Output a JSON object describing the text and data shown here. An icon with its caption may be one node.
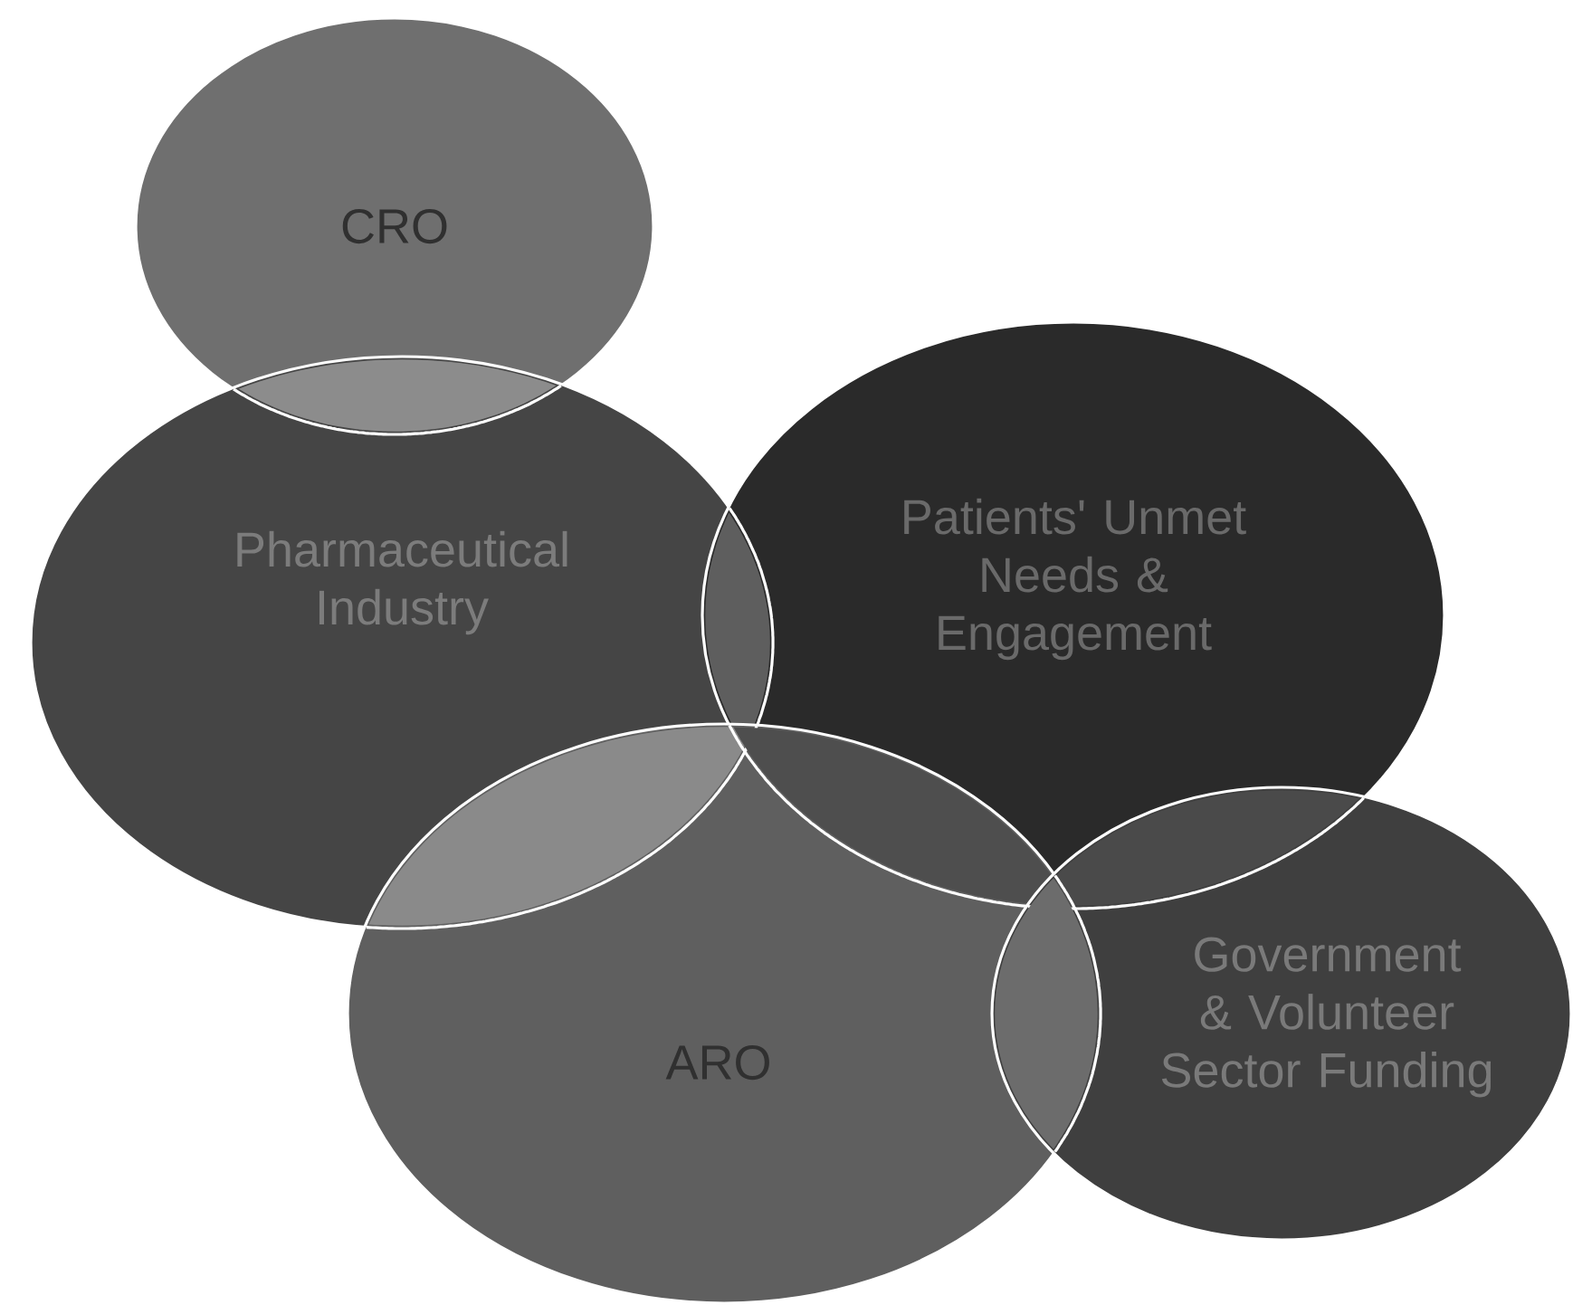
{
  "diagram": {
    "nodes": [
      {
        "text": [
          "CRO"
        ]
      },
      {
        "text": [
          "Pharmaceutical Industry"
        ]
      },
      {
        "text": [
          "Patients' Unmet Needs & Engagement"
        ]
      },
      {
        "text": [
          "ARO"
        ]
      },
      {
        "text": [
          "Government & Volunteer Sector Funding"
        ]
      }
    ]
  }
}
